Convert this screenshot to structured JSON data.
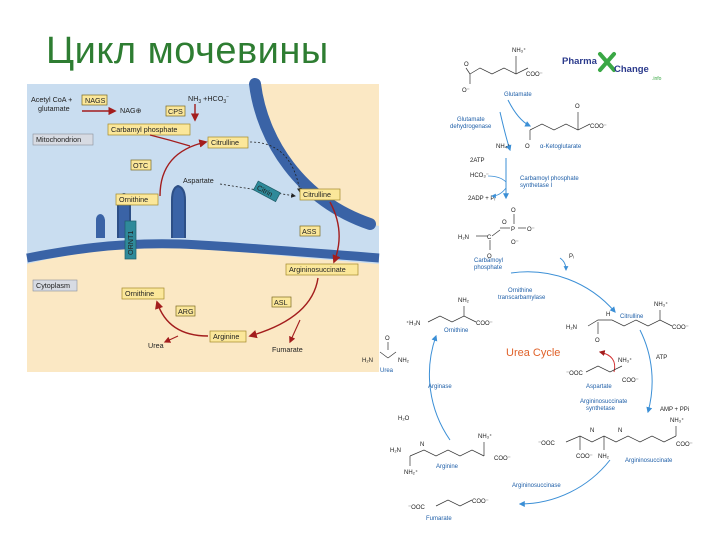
{
  "page": {
    "title": "Цикл мочевины"
  },
  "left_diagram": {
    "compartments": {
      "mitochondrion": "Mitochondrion",
      "cytoplasm": "Cytoplasm"
    },
    "inputs": {
      "acetyl_line1": "Acetyl CoA +",
      "acetyl_line2": "glutamate",
      "nh3": "NH",
      "nh3_sub": "3",
      "hco3": "+HCO",
      "hco3_sub": "3",
      "hco3_sup": "−"
    },
    "enzymes": {
      "nags": "NAGS",
      "cps": "CPS",
      "otc": "OTC",
      "ass": "ASS",
      "asl": "ASL",
      "arg": "ARG",
      "ornt1": "ORNT1",
      "citrin": "Citrin"
    },
    "nag_label": "NAG⊕",
    "metabolites": {
      "carbamyl_phosphate": "Carbamyl phosphate",
      "citrulline_mito": "Citrulline",
      "ornithine_mito": "Ornithine",
      "citrulline_cyto": "Citrulline",
      "argininosuccinate": "Argininosuccinate",
      "arginine": "Arginine",
      "ornithine_cyto": "Ornithine",
      "aspartate": "Aspartate",
      "urea": "Urea",
      "fumarate": "Fumarate"
    }
  },
  "right_diagram": {
    "logo": {
      "pharma": "Pharma",
      "change": "Change",
      "info": ".info"
    },
    "cycle_label": "Urea Cycle",
    "compounds": {
      "glutamate": "Glutamate",
      "alpha_kg": "α-Ketoglutarate",
      "carbamoyl_phosphate_l1": "Carbamoyl",
      "carbamoyl_phosphate_l2": "phosphate",
      "citrulline": "Citrulline",
      "ornithine": "Ornithine",
      "aspartate": "Aspartate",
      "argininosuccinate": "Argininosuccinate",
      "arginine": "Arginine",
      "fumarate": "Fumarate",
      "urea": "Urea"
    },
    "enzymes": {
      "gdh_l1": "Glutamate",
      "gdh_l2": "dehydrogenase",
      "cps_l1": "Carbamoyl phosphate",
      "cps_l2": "synthetase I",
      "otc_l1": "Ornithine",
      "otc_l2": "transcarbamylase",
      "ass_l1": "Argininosuccinate",
      "ass_l2": "synthetase",
      "asl": "Argininosuccinase",
      "arginase": "Arginase"
    },
    "cofactors": {
      "nh4": "NH₄⁺",
      "atp2": "2ATP",
      "hco3": "HCO₃⁻",
      "adp_pi": "2ADP + Pᵢ",
      "pi": "Pᵢ",
      "atp": "ATP",
      "amp_ppi": "AMP + PPi",
      "h2o": "H₂O"
    },
    "atoms": {
      "nh3p": "NH₃⁺",
      "coo": "COO⁻",
      "ooc": "⁻OOC",
      "o": "O",
      "om": "O⁻",
      "p": "P",
      "h2n": "H₂N",
      "h3n": "⁺H₃N",
      "nh2": "NH₂",
      "nh2p": "NH₂⁺",
      "n": "N",
      "h": "H",
      "c": "C"
    }
  }
}
